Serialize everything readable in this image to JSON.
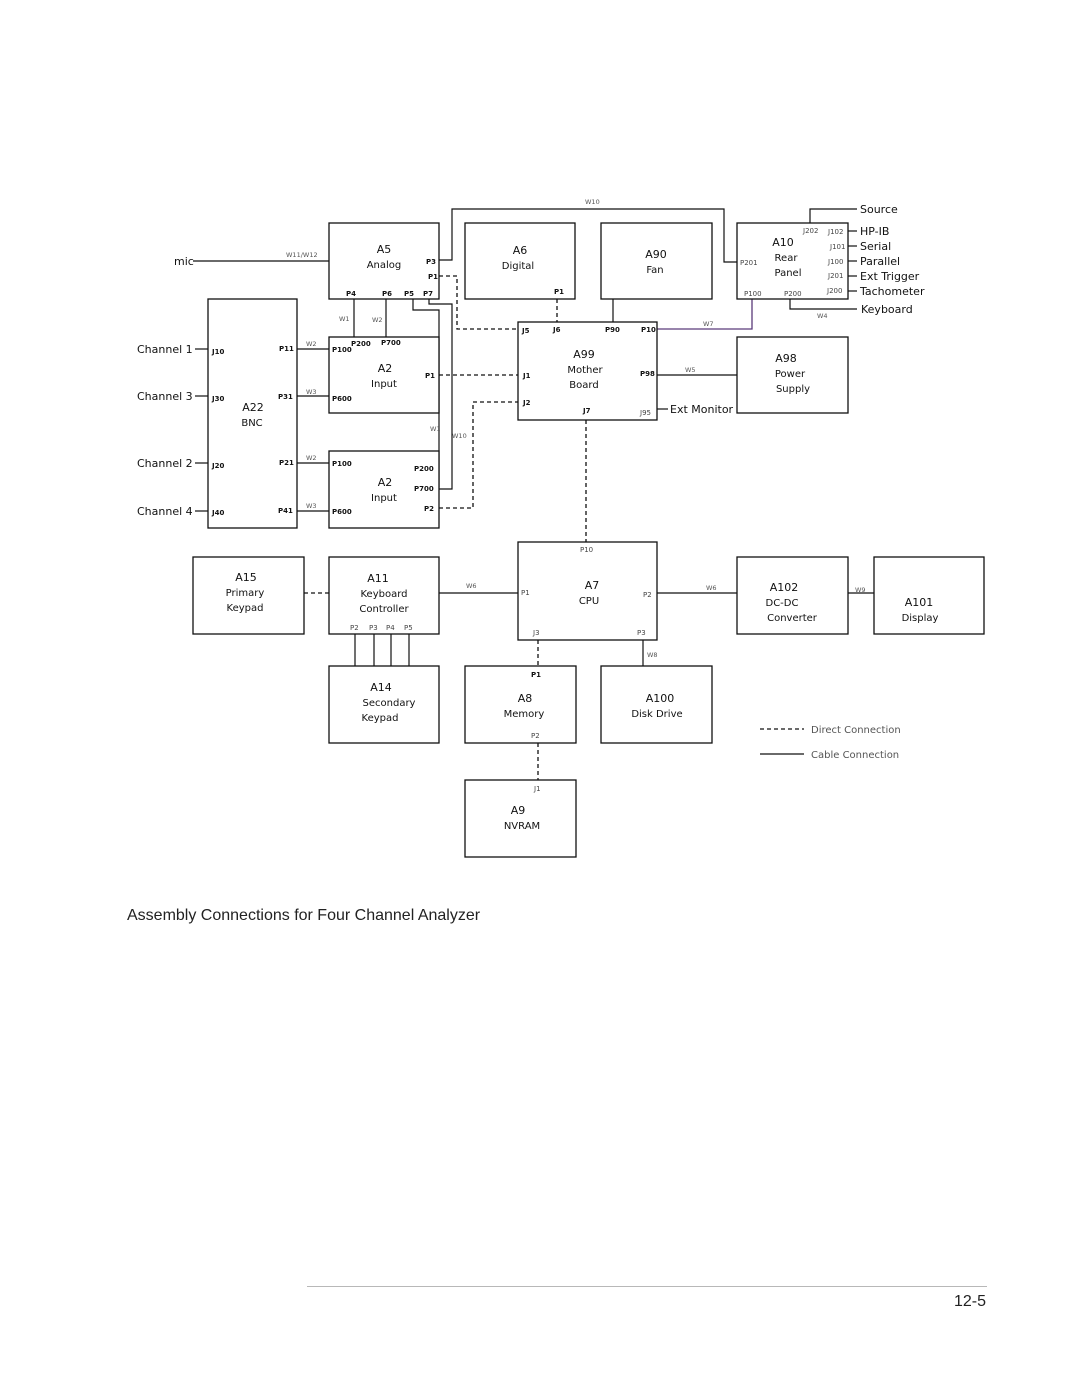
{
  "caption": "Assembly Connections for Four Channel Analyzer",
  "page_number": "12-5",
  "blocks": {
    "a5": {
      "id": "A5",
      "l1": "Analog"
    },
    "a6": {
      "id": "A6",
      "l1": "Digital"
    },
    "a90": {
      "id": "A90",
      "l1": "Fan"
    },
    "a10": {
      "id": "A10",
      "l1": "Rear",
      "l2": "Panel"
    },
    "a22": {
      "id": "A22",
      "l1": "BNC"
    },
    "a2a": {
      "id": "A2",
      "l1": "Input"
    },
    "a2b": {
      "id": "A2",
      "l1": "Input"
    },
    "a99": {
      "id": "A99",
      "l1": "Mother",
      "l2": "Board"
    },
    "a98": {
      "id": "A98",
      "l1": "Power",
      "l2": "Supply"
    },
    "a15": {
      "id": "A15",
      "l1": "Primary",
      "l2": "Keypad"
    },
    "a11": {
      "id": "A11",
      "l1": "Keyboard",
      "l2": "Controller"
    },
    "a7": {
      "id": "A7",
      "l1": "CPU"
    },
    "a102": {
      "id": "A102",
      "l1": "DC-DC",
      "l2": "Converter"
    },
    "a101": {
      "id": "A101",
      "l1": "Display"
    },
    "a14": {
      "id": "A14",
      "l1": "Secondary",
      "l2": "Keypad"
    },
    "a8": {
      "id": "A8",
      "l1": "Memory"
    },
    "a100": {
      "id": "A100",
      "l1": "Disk Drive"
    },
    "a9": {
      "id": "A9",
      "l1": "NVRAM"
    }
  },
  "external": {
    "mic": "mic",
    "ch1": "Channel 1",
    "ch3": "Channel 3",
    "ch2": "Channel 2",
    "ch4": "Channel 4",
    "source": "Source",
    "hpib": "HP-IB",
    "serial": "Serial",
    "parallel": "Parallel",
    "ext_trigger": "Ext Trigger",
    "tachometer": "Tachometer",
    "keyboard": "Keyboard",
    "ext_monitor": "Ext Monitor"
  },
  "connectors": {
    "a5_p3": "P3",
    "a5_p1": "P1",
    "a5_p4": "P4",
    "a5_p6": "P6",
    "a5_p5": "P5",
    "a5_p7": "P7",
    "a6_p1": "P1",
    "a10_j202": "J202",
    "a10_j102": "J102",
    "a10_j101": "J101",
    "a10_j100": "J100",
    "a10_j201": "J201",
    "a10_j200": "J200",
    "a10_p201": "P201",
    "a10_p100": "P100",
    "a10_p200": "P200",
    "a22_j10": "J10",
    "a22_p11": "P11",
    "a22_j30": "J30",
    "a22_p31": "P31",
    "a22_j20": "J20",
    "a22_p21": "P21",
    "a22_j40": "J40",
    "a22_p41": "P41",
    "a2a_p100": "P100",
    "a2a_p200": "P200",
    "a2a_p700": "P700",
    "a2a_p1": "P1",
    "a2a_p600": "P600",
    "a2b_p100": "P100",
    "a2b_p200": "P200",
    "a2b_p700": "P700",
    "a2b_p2": "P2",
    "a2b_p600": "P600",
    "a99_j5": "J5",
    "a99_j6": "J6",
    "a99_p90": "P90",
    "a99_p10": "P10",
    "a99_j1": "J1",
    "a99_p98": "P98",
    "a99_j2": "J2",
    "a99_j7": "J7",
    "a99_j95": "J95",
    "a7_p10": "P10",
    "a7_p1": "P1",
    "a7_p2": "P2",
    "a7_j3": "J3",
    "a7_p3": "P3",
    "a11_p2": "P2",
    "a11_p3": "P3",
    "a11_p4": "P4",
    "a11_p5": "P5",
    "a8_p1": "P1",
    "a8_p2": "P2",
    "a9_j1": "J1"
  },
  "wires": {
    "w10_top": "W10",
    "w11_w12": "W11/W12",
    "w1_a": "W1",
    "w2_a": "W2",
    "w2_b": "W2",
    "w3_a": "W3",
    "w2_c": "W2",
    "w3_b": "W3",
    "w1_b": "W1",
    "w10_b": "W10",
    "w7": "W7",
    "w4": "W4",
    "w5": "W5",
    "w6_a": "W6",
    "w6_b": "W6",
    "w9": "W9",
    "w8": "W8"
  },
  "legend": {
    "direct": "Direct Connection",
    "cable": "Cable Connection"
  },
  "colors": {
    "line": "#111111",
    "accent_wire": "#5a3a7a",
    "rule": "#b8b8b8"
  }
}
